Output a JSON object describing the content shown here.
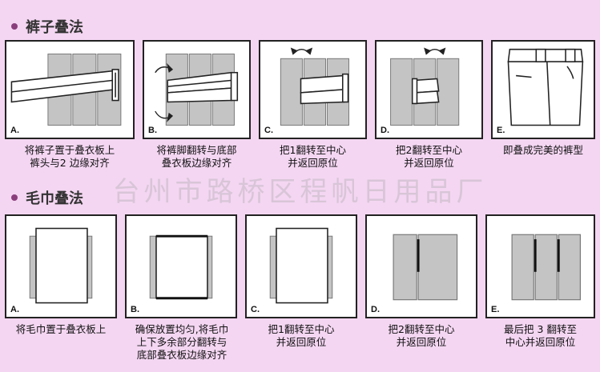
{
  "sections": {
    "pants": {
      "title": "裤子叠法",
      "steps": [
        {
          "label": "A.",
          "caption_lines": [
            "将裤子置于叠衣板上",
            "裤头与2 边缘对齐"
          ]
        },
        {
          "label": "B.",
          "caption_lines": [
            "将裤脚翻转与底部",
            "叠衣板边缘对齐"
          ]
        },
        {
          "label": "C.",
          "caption_lines": [
            "把1翻转至中心",
            "并返回原位"
          ]
        },
        {
          "label": "D.",
          "caption_lines": [
            "把2翻转至中心",
            "并返回原位"
          ]
        },
        {
          "label": "E.",
          "caption_lines": [
            "即叠成完美的裤型"
          ]
        }
      ]
    },
    "towel": {
      "title": "毛巾叠法",
      "steps": [
        {
          "label": "A.",
          "caption_lines": [
            "将毛巾置于叠衣板上"
          ]
        },
        {
          "label": "B.",
          "caption_lines": [
            "确保放置均匀,将毛巾",
            "上下多余部分翻转与",
            "底部叠衣板边缘对齐"
          ]
        },
        {
          "label": "C.",
          "caption_lines": [
            "把1翻转至中心",
            "并返回原位"
          ]
        },
        {
          "label": "D.",
          "caption_lines": [
            "把2翻转至中心",
            "并返回原位"
          ]
        },
        {
          "label": "E.",
          "caption_lines": [
            "最后把 3 翻转至",
            "中心并返回原位"
          ]
        }
      ]
    }
  },
  "watermark": "台州市路桥区程帆日用品厂",
  "colors": {
    "background": "#f4d6f2",
    "board": "#c4c4c4",
    "bullet": "#8a3e7c"
  }
}
